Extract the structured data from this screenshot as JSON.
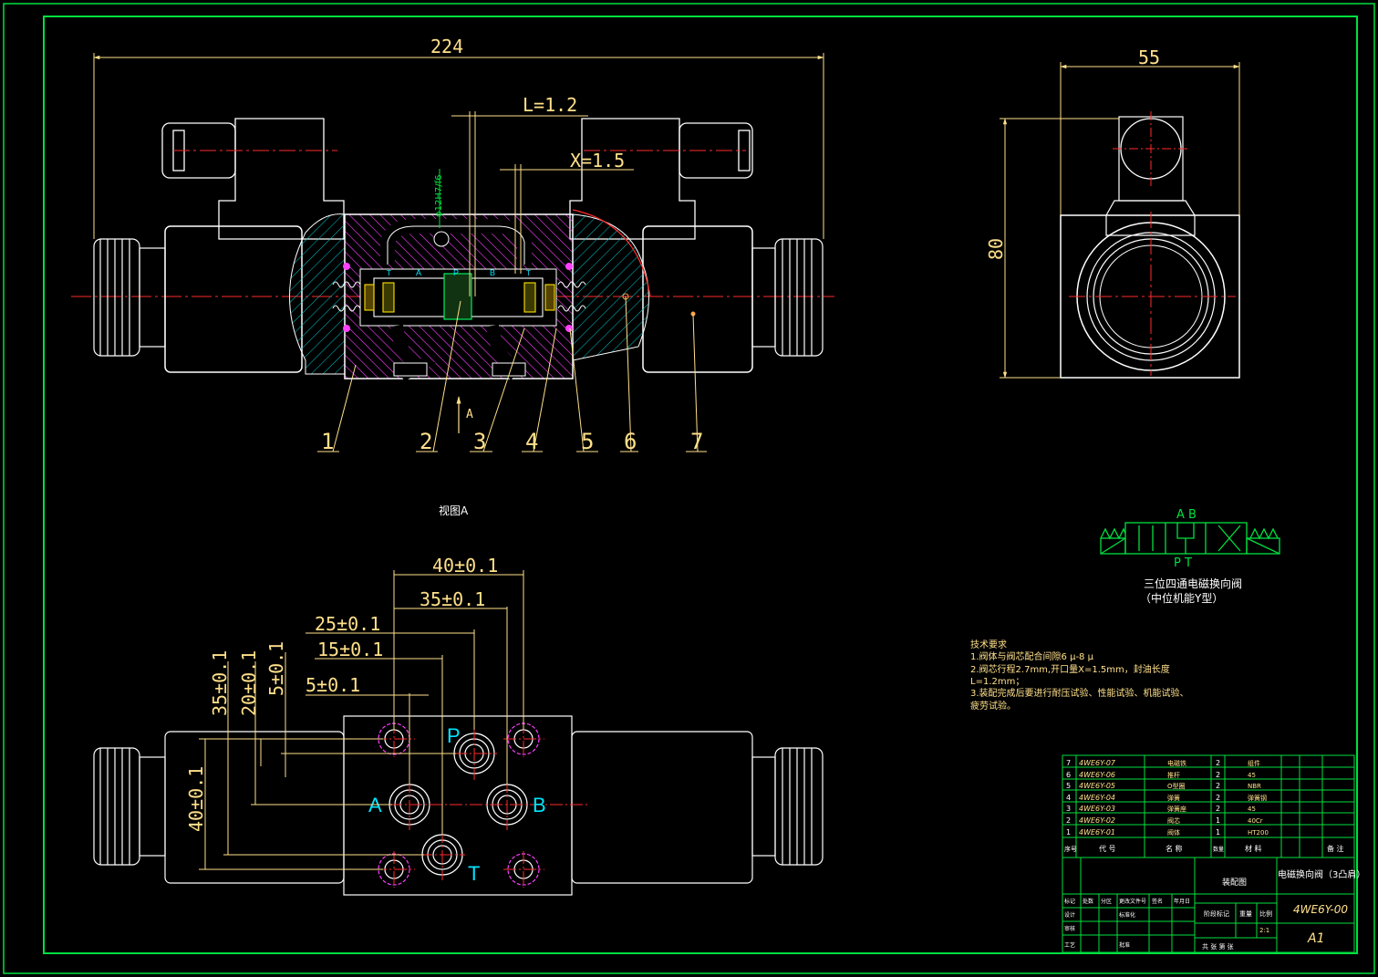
{
  "drawing": {
    "main_view": {
      "dim_overall": "224",
      "dim_lap": "L=1.2",
      "dim_opening": "X=1.5",
      "dim_bore": "φ12H7/f6",
      "view_arrow_label": "A",
      "port_labels": [
        "T",
        "A",
        "P",
        "B",
        "T"
      ],
      "part_numbers": [
        "1",
        "2",
        "3",
        "4",
        "5",
        "6",
        "7"
      ]
    },
    "side_view": {
      "dim_width": "55",
      "dim_height": "80"
    },
    "view_a": {
      "title": "视图A",
      "dims": [
        "40±0.1",
        "35±0.1",
        "25±0.1",
        "15±0.1",
        "5±0.1",
        "35±0.1",
        "20±0.1",
        "5±0.1",
        "40±0.1"
      ],
      "ports": {
        "p": "P",
        "a": "A",
        "b": "B",
        "t": "T"
      }
    },
    "symbol": {
      "top_ports": "A B",
      "bottom_ports": "P T",
      "caption_line1": "三位四通电磁换向阀",
      "caption_line2": "（中位机能Y型）"
    },
    "tech_requirements": {
      "title": "技术要求",
      "lines": [
        "1.阀体与阀芯配合间隙6 μ-8 μ",
        "2.阀芯行程2.7mm,开口量X=1.5mm，封油长度",
        "L=1.2mm；",
        "3.装配完成后要进行耐压试验、性能试验、机能试验、",
        "疲劳试验。"
      ]
    },
    "parts_list": {
      "rows": [
        {
          "no": "7",
          "code": "4WE6Y-07",
          "name": "电磁铁",
          "qty": "2",
          "material": "组件"
        },
        {
          "no": "6",
          "code": "4WE6Y-06",
          "name": "推杆",
          "qty": "2",
          "material": "45"
        },
        {
          "no": "5",
          "code": "4WE6Y-05",
          "name": "O型圈",
          "qty": "2",
          "material": "NBR"
        },
        {
          "no": "4",
          "code": "4WE6Y-04",
          "name": "弹簧",
          "qty": "2",
          "material": "弹簧钢"
        },
        {
          "no": "3",
          "code": "4WE6Y-03",
          "name": "弹簧座",
          "qty": "2",
          "material": "45"
        },
        {
          "no": "2",
          "code": "4WE6Y-02",
          "name": "阀芯",
          "qty": "1",
          "material": "40Cr"
        },
        {
          "no": "1",
          "code": "4WE6Y-01",
          "name": "阀体",
          "qty": "1",
          "material": "HT200"
        }
      ],
      "header": {
        "no": "序号",
        "code": "代 号",
        "name": "名 称",
        "qty": "数量",
        "material": "材 料",
        "remark": "备 注"
      }
    },
    "title_block": {
      "title": "电磁换向阀（3凸肩）",
      "drawing_no": "4WE6Y-00",
      "sheet_size": "A1",
      "scale": "2:1",
      "assembly": "装配图",
      "stage_mark": "阶段标记",
      "weight": "重量",
      "scale_label": "比例",
      "sheets": "共 张 第 张",
      "designer": "设计",
      "standard": "标准化",
      "review": "审核",
      "process": "工艺",
      "approve": "批准",
      "mark": "标记",
      "count": "处数",
      "zone": "分区",
      "change_doc": "更改文件号",
      "sign": "签名",
      "date": "年月日"
    },
    "colors": {
      "background": "#000000",
      "border": "#00e040",
      "outline": "#ffffff",
      "dimension": "#ffe08a",
      "centerline": "#ff2a2a",
      "hatch_body": "#ff40ff",
      "hatch_housing": "#00c8c8",
      "port_text": "#00e5ff"
    }
  }
}
